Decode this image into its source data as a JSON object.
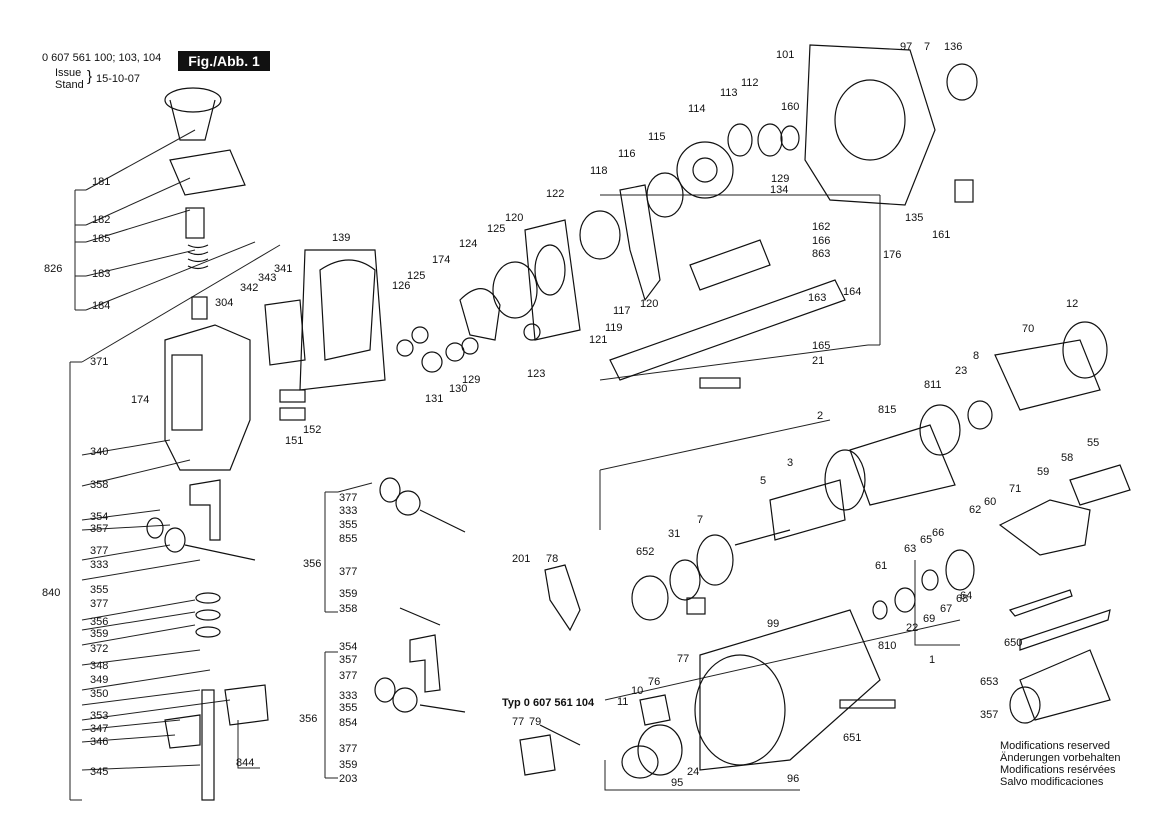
{
  "header": {
    "part_numbers": "0 607 561 100; 103, 104",
    "figure_label": "Fig./Abb. 1",
    "issue_label_1": "Issue",
    "issue_label_2": "Stand",
    "issue_date": "15-10-07"
  },
  "variant_label": "Typ 0 607 561 104",
  "modifications": [
    "Modifications reserved",
    "Änderungen vorbehalten",
    "Modifications resérvées",
    "Salvo modificaciones"
  ],
  "callouts": [
    "181",
    "182",
    "185",
    "826",
    "183",
    "184",
    "304",
    "342",
    "343",
    "341",
    "371",
    "174",
    "340",
    "358",
    "354",
    "357",
    "377",
    "333",
    "840",
    "355",
    "377",
    "356",
    "359",
    "372",
    "348",
    "349",
    "350",
    "353",
    "347",
    "346",
    "345",
    "844",
    "139",
    "126",
    "125",
    "174",
    "124",
    "131",
    "130",
    "129",
    "151",
    "152",
    "125",
    "120",
    "122",
    "123",
    "121",
    "119",
    "117",
    "120",
    "118",
    "116",
    "115",
    "114",
    "113",
    "112",
    "160",
    "101",
    "97",
    "7",
    "136",
    "129",
    "134",
    "135",
    "161",
    "162",
    "166",
    "863",
    "176",
    "163",
    "164",
    "165",
    "21",
    "12",
    "70",
    "8",
    "23",
    "811",
    "2",
    "815",
    "3",
    "5",
    "7",
    "31",
    "652",
    "55",
    "58",
    "59",
    "71",
    "60",
    "62",
    "66",
    "65",
    "63",
    "61",
    "69",
    "68",
    "67",
    "64",
    "22",
    "810",
    "1",
    "99",
    "77",
    "76",
    "10",
    "11",
    "24",
    "95",
    "96",
    "651",
    "650",
    "653",
    "357",
    "377",
    "333",
    "355",
    "855",
    "356",
    "377",
    "359",
    "358",
    "354",
    "357",
    "377",
    "333",
    "355",
    "854",
    "356",
    "377",
    "359",
    "203",
    "201",
    "78",
    "77",
    "79"
  ]
}
